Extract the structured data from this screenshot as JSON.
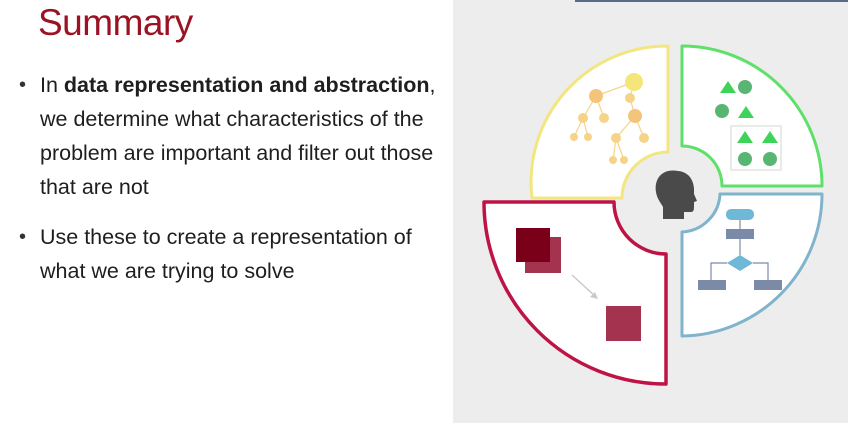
{
  "slide": {
    "title": "Summary",
    "bullets": [
      {
        "prefix": "In ",
        "bold": "data representation and abstraction",
        "suffix": ", we determine what characteristics of the problem are important and filter out those that are not"
      },
      {
        "text": "Use these to create a representation of what we are trying to solve"
      }
    ],
    "bullet_symbol": "•"
  },
  "graphic": {
    "icons": [
      "head-profile-icon",
      "tree-icon",
      "shapes-icon",
      "flowchart-icon",
      "squares-transform-icon"
    ],
    "colors": {
      "yellow": "#f1e680",
      "green": "#5fe06a",
      "blue": "#7fb4cc",
      "red": "#bf1346",
      "dark_red": "#7a0019",
      "mid_red": "#a3334e",
      "gray_head": "#4a4a4a"
    }
  }
}
